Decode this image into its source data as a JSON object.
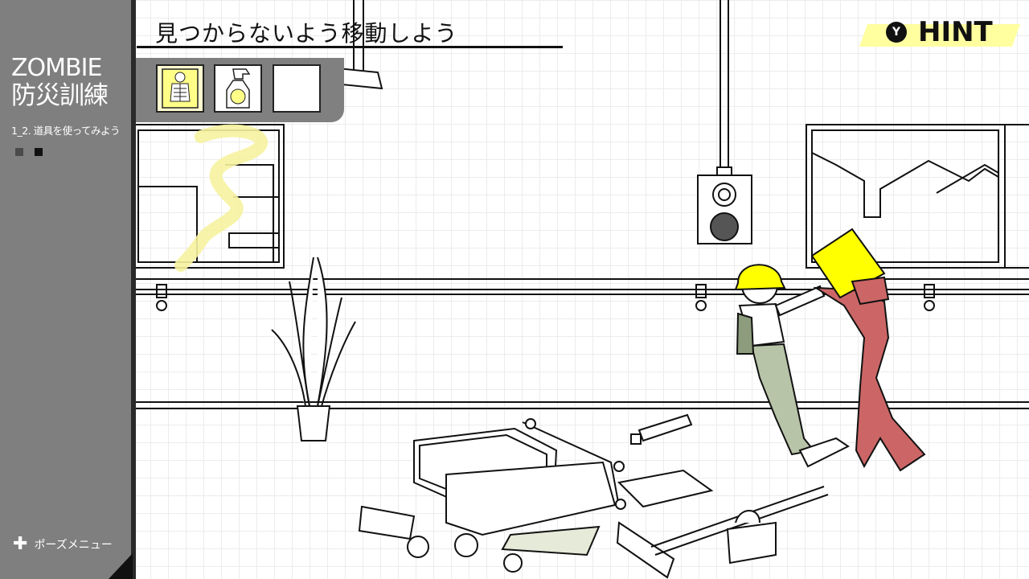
{
  "game": {
    "logo_en": "ZOMBIE",
    "logo_jp": "防災訓練",
    "stage_label": "1_2. 道具を使ってみよう",
    "objective": "見つからないよう移動しよう",
    "hint_button_key": "Y",
    "hint_label": "HINT",
    "pause_label": "ポーズメニュー",
    "pause_icon": "plus-icon",
    "inventory": [
      {
        "name": "x-ray-poster",
        "icon": "xray-skeleton-icon"
      },
      {
        "name": "spray-bottle",
        "icon": "spray-bottle-icon"
      },
      {
        "name": "empty-slot",
        "icon": ""
      }
    ],
    "colors": {
      "sidebar": "#7f7f7f",
      "accent_yellow": "#ffff00",
      "hint_bg": "#ffffa0",
      "zombie": "#cc6666",
      "worker_pants": "#b8c4a8"
    }
  }
}
